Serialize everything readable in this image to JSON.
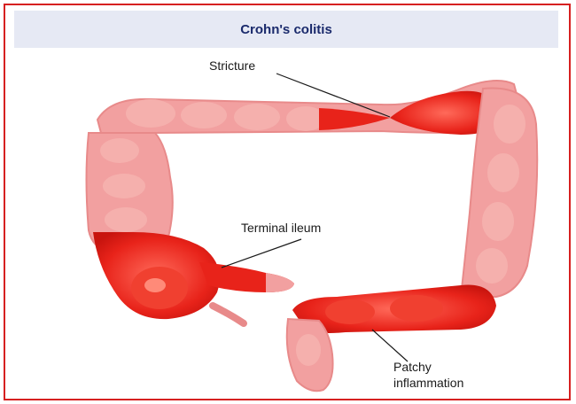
{
  "title": "Crohn's colitis",
  "labels": {
    "stricture": "Stricture",
    "terminal_ileum": "Terminal ileum",
    "patchy_line1": "Patchy",
    "patchy_line2": "inflammation"
  },
  "colors": {
    "border": "#d62020",
    "title_band": "#e6e9f4",
    "title_text": "#1a2a6c",
    "healthy_colon": "#f2a0a0",
    "inflamed": "#e8231a"
  }
}
